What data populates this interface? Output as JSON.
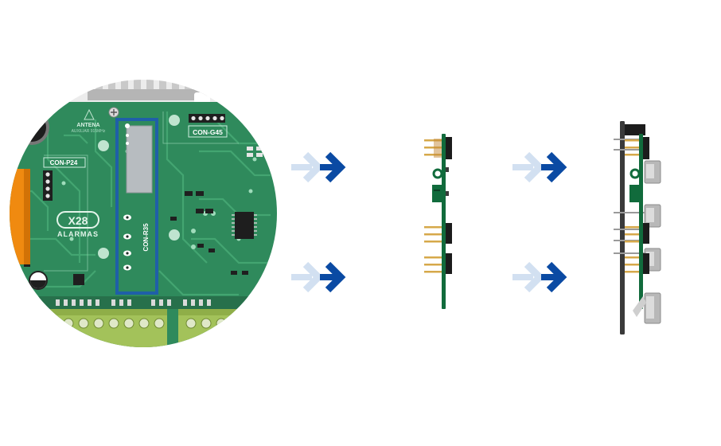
{
  "board": {
    "labels": {
      "antenna": "ANTENA",
      "antenna_sub": "AUXILIAR 915MHz",
      "con_g45": "CON-G45",
      "con_p24": "CON-P24",
      "con_r35": "CON-R35",
      "brand_mark": "X28",
      "brand_name": "ALARMAS"
    }
  },
  "colors": {
    "pcb_green": "#2f8a5c",
    "pcb_trace": "#3fa06c",
    "module_green": "#116b3c",
    "highlight_blue": "#1f5fa8",
    "arrow_dark": "#0a4aa3",
    "arrow_light": "#d2e0f1",
    "terminal_green": "#a3c25a",
    "connector_orange": "#f08a10",
    "pin_gold": "#d6a84a",
    "housing_dark": "#1c1c1c",
    "panel_gray": "#9a9a9a"
  },
  "icons": [
    "arrow-right-icon",
    "arrow-right-icon",
    "arrow-right-icon",
    "arrow-right-icon"
  ]
}
